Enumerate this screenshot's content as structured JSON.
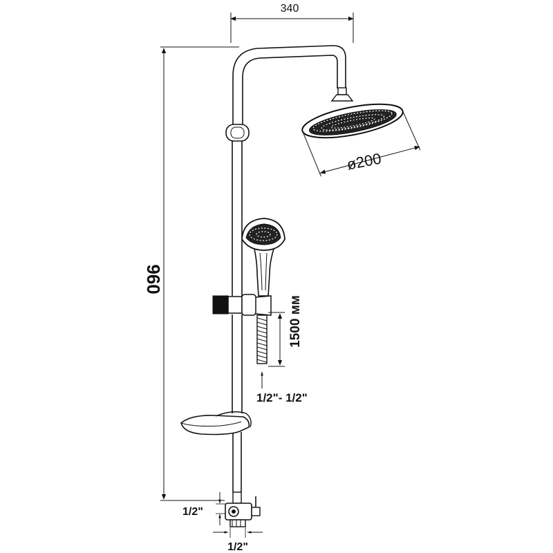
{
  "dimensions": {
    "width": "340",
    "height": "960",
    "head_diameter": "ø200",
    "hose_length": "1500 мм",
    "hose_thread": "1/2\"- 1/2\"",
    "inlet_side": "1/2\"",
    "inlet_bottom": "1/2\""
  }
}
